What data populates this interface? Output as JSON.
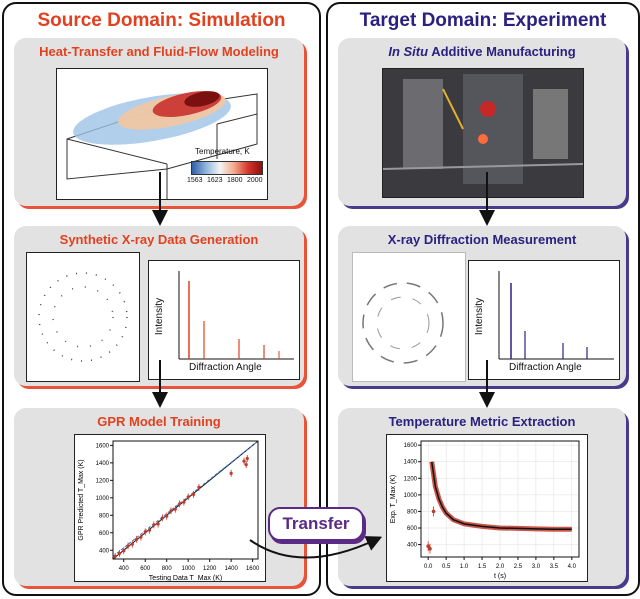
{
  "left": {
    "title": "Source Domain: Simulation",
    "panel1_title": "Heat-Transfer and Fluid-Flow Modeling",
    "legend_title": "Temperature, K",
    "legend_ticks": [
      "1563",
      "1623",
      "1800",
      "2000"
    ],
    "panel2_title": "Synthetic X-ray Data Generation",
    "panel2_ylabel": "Intensity",
    "panel2_xlabel": "Diffraction Angle",
    "panel3_title": "GPR Model Training",
    "gpr_ylabel": "GPR Predicted T_Max (K)",
    "gpr_xlabel": "Testing Data T_Max (K)"
  },
  "right": {
    "title": "Target Domain: Experiment",
    "panel1_title_italic": "In Situ",
    "panel1_title_rest": " Additive Manufacturing",
    "panel2_title": "X-ray Diffraction Measurement",
    "panel2_ylabel": "Intensity",
    "panel2_xlabel": "Diffraction Angle",
    "panel3_title": "Temperature Metric Extraction",
    "exp_ylabel": "Exp. T_Max (K)",
    "exp_xlabel": "t (s)"
  },
  "transfer_label": "Transfer",
  "colors": {
    "red": "#e2411f",
    "blue": "#2b2180",
    "purple": "#5b2a86"
  },
  "chart_data": [
    {
      "type": "scatter",
      "xlabel": "Testing Data T_Max (K)",
      "ylabel": "GPR Predicted T_Max (K)",
      "xticks": [
        "400",
        "600",
        "800",
        "1000",
        "1200",
        "1400",
        "1600"
      ],
      "yticks": [
        "400",
        "600",
        "800",
        "1000",
        "1200",
        "1400",
        "1600"
      ],
      "xlim": [
        300,
        1650
      ],
      "ylim": [
        300,
        1650
      ],
      "points": [
        [
          320,
          330
        ],
        [
          360,
          365
        ],
        [
          400,
          395
        ],
        [
          440,
          450
        ],
        [
          480,
          470
        ],
        [
          520,
          525
        ],
        [
          560,
          550
        ],
        [
          600,
          610
        ],
        [
          640,
          630
        ],
        [
          680,
          690
        ],
        [
          720,
          700
        ],
        [
          760,
          770
        ],
        [
          800,
          790
        ],
        [
          840,
          850
        ],
        [
          880,
          870
        ],
        [
          920,
          930
        ],
        [
          960,
          950
        ],
        [
          1000,
          1010
        ],
        [
          1050,
          1040
        ],
        [
          1100,
          1120
        ],
        [
          1400,
          1280
        ],
        [
          1520,
          1420
        ],
        [
          1540,
          1380
        ],
        [
          1550,
          1450
        ]
      ],
      "fit_line": [
        [
          300,
          300
        ],
        [
          1650,
          1650
        ]
      ],
      "dashed_line": [
        [
          300,
          330
        ],
        [
          1650,
          1700
        ]
      ]
    },
    {
      "type": "scatter",
      "xlabel": "t (s)",
      "ylabel": "Exp. T_Max (K)",
      "xticks": [
        "0.0",
        "0.5",
        "1.0",
        "1.5",
        "2.0",
        "2.5",
        "3.0",
        "3.5",
        "4.0"
      ],
      "yticks": [
        "400",
        "600",
        "800",
        "1000",
        "1200",
        "1400",
        "1600"
      ],
      "xlim": [
        -0.2,
        4.2
      ],
      "ylim": [
        250,
        1650
      ],
      "decay": {
        "t": [
          0.1,
          0.15,
          0.2,
          0.3,
          0.4,
          0.5,
          0.7,
          1.0,
          1.5,
          2.0,
          2.5,
          3.0,
          3.5,
          4.0
        ],
        "T": [
          1400,
          1250,
          1100,
          950,
          850,
          780,
          700,
          650,
          620,
          600,
          595,
          590,
          585,
          585
        ]
      },
      "early_points": [
        [
          0.0,
          380
        ],
        [
          0.05,
          350
        ],
        [
          0.15,
          800
        ]
      ]
    }
  ]
}
